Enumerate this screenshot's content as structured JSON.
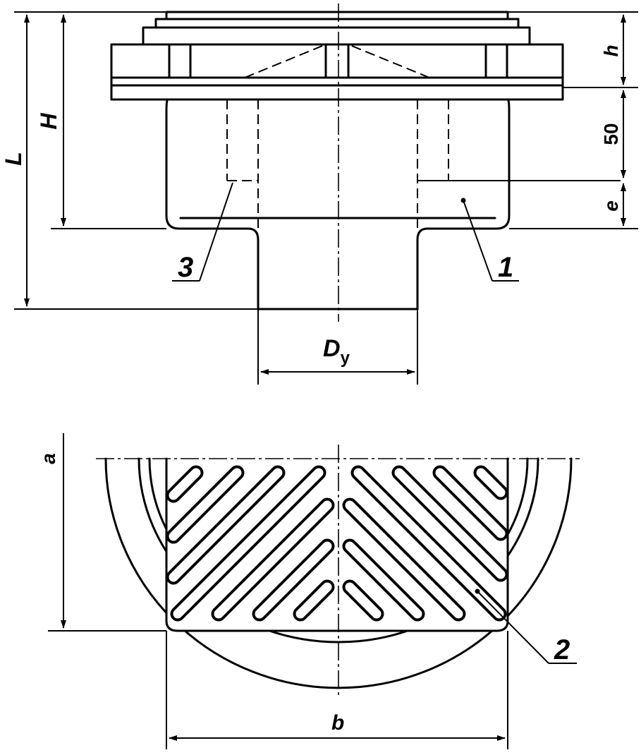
{
  "dimensions": {
    "L": "L",
    "H": "H",
    "h": "h",
    "dim_50": "50",
    "e": "e",
    "D_main": "D",
    "D_sub": "y",
    "a": "a",
    "b": "b"
  },
  "callouts": {
    "body": "1",
    "grate": "2",
    "hole": "3"
  }
}
